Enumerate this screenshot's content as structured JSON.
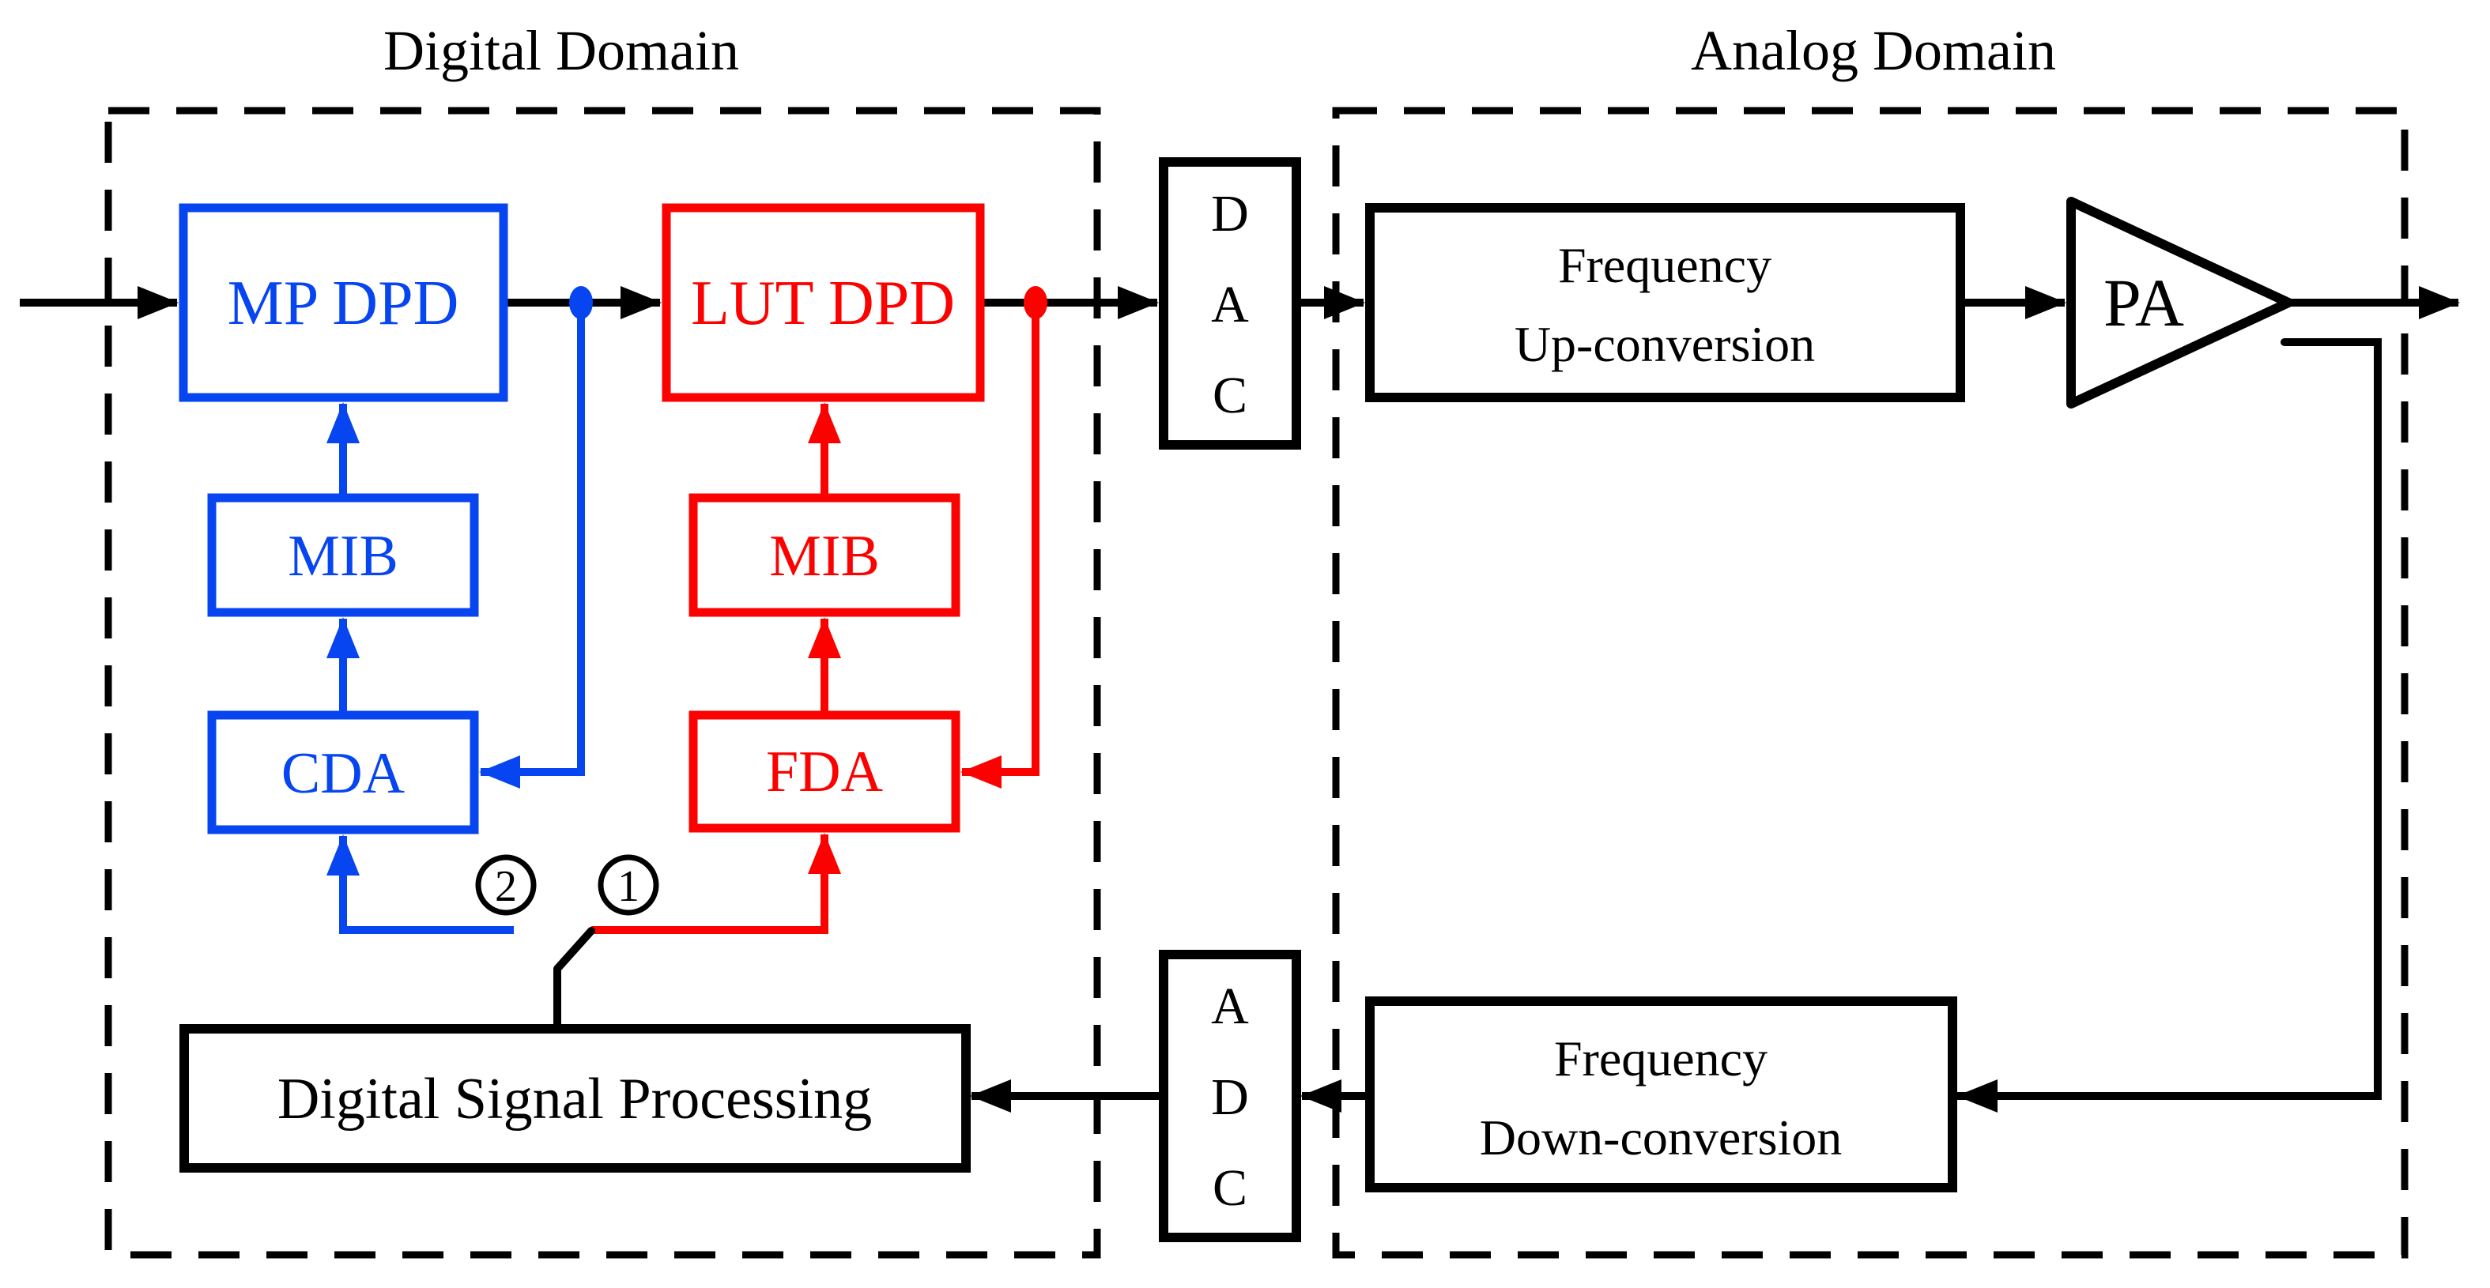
{
  "titles": {
    "digital": "Digital Domain",
    "analog": "Analog Domain"
  },
  "colors": {
    "blue": "#0645F0",
    "red": "#FB0200",
    "black": "#000000",
    "background": "#FFFFFF"
  },
  "blocks": {
    "mp_dpd": "MP DPD",
    "lut_dpd": "LUT DPD",
    "mib_blue": "MIB",
    "mib_red": "MIB",
    "cda": "CDA",
    "fda": "FDA",
    "dac": [
      "D",
      "A",
      "C"
    ],
    "adc": [
      "A",
      "D",
      "C"
    ],
    "freq_up": {
      "line1": "Frequency",
      "line2": "Up-conversion"
    },
    "freq_down": {
      "line1": "Frequency",
      "line2": "Down-conversion"
    },
    "pa": "PA",
    "dsp": "Digital Signal Processing"
  },
  "switch": {
    "pos1": "1",
    "pos2": "2"
  }
}
